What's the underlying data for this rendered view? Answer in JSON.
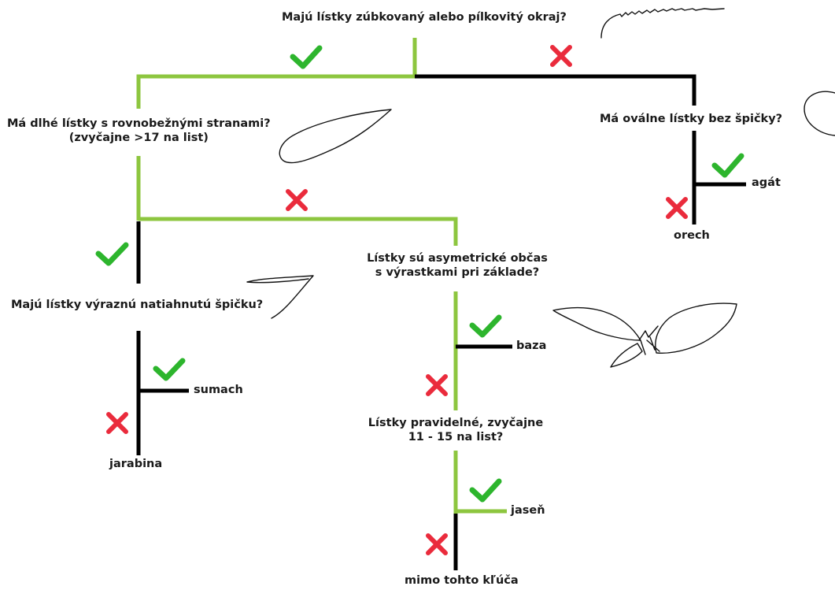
{
  "colors": {
    "green": "#8dc63f",
    "black": "#000000",
    "check": "#2db52d",
    "cross": "#ea2b3c"
  },
  "questions": {
    "q1": "Majú lístky zúbkovaný alebo pílkovitý okraj?",
    "q2_line1": "Má dlhé lístky s rovnobežnými stranami?",
    "q2_line2": "(zvyčajne >17 na list)",
    "q3": "Má oválne lístky bez špičky?",
    "q4": "Majú lístky výraznú natiahnutú špičku?",
    "q5_line1": "Lístky sú asymetrické občas",
    "q5_line2": "s výrastkami pri základe?",
    "q6_line1": "Lístky pravidelné, zvyčajne",
    "q6_line2": "11 - 15 na list?"
  },
  "results": {
    "agat": "agát",
    "orech": "orech",
    "sumach": "sumach",
    "jarabina": "jarabina",
    "baza": "baza",
    "jasen": "jaseň",
    "mimo": "mimo tohto kľúča"
  },
  "icons": {
    "yes": "check-icon",
    "no": "cross-icon"
  }
}
